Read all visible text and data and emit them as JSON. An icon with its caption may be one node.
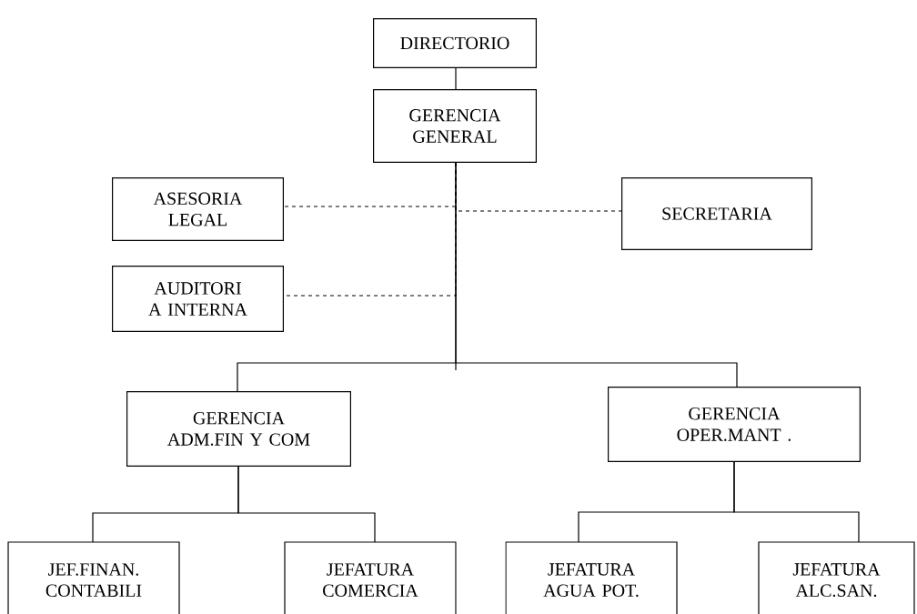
{
  "diagram": {
    "nodes": [
      {
        "text": [
          "DIRECTORIO"
        ]
      },
      {
        "text": [
          "GERENCIA GENERAL"
        ]
      },
      {
        "text": [
          "ASESORIA LEGAL"
        ]
      },
      {
        "text": [
          "SECRETARIA"
        ]
      },
      {
        "text": [
          "AUDITORI A INTERNA"
        ]
      },
      {
        "text": [
          "GERENCIA ADM.FIN Y COM"
        ]
      },
      {
        "text": [
          "GERENCIA OPER.MANT ."
        ]
      },
      {
        "text": [
          "JEF.FINAN. CONTABILI"
        ]
      },
      {
        "text": [
          "JEFATURA COMERCIA"
        ]
      },
      {
        "text": [
          "JEFATURA AGUA POT."
        ]
      },
      {
        "text": [
          "JEFATURA ALC.SAN."
        ]
      }
    ],
    "edges": [
      {
        "from": 0,
        "to": 1,
        "arrow": "none"
      },
      {
        "from": 1,
        "to": 2,
        "arrow": "none",
        "style": "dashed"
      },
      {
        "from": 1,
        "to": 3,
        "arrow": "none",
        "style": "dashed"
      },
      {
        "from": 1,
        "to": 4,
        "arrow": "none",
        "style": "dashed"
      },
      {
        "from": 1,
        "to": 5,
        "arrow": "none"
      },
      {
        "from": 1,
        "to": 6,
        "arrow": "none"
      },
      {
        "from": 5,
        "to": 7,
        "arrow": "none"
      },
      {
        "from": 5,
        "to": 8,
        "arrow": "none"
      },
      {
        "from": 6,
        "to": 9,
        "arrow": "none"
      },
      {
        "from": 6,
        "to": 10,
        "arrow": "none"
      }
    ]
  }
}
